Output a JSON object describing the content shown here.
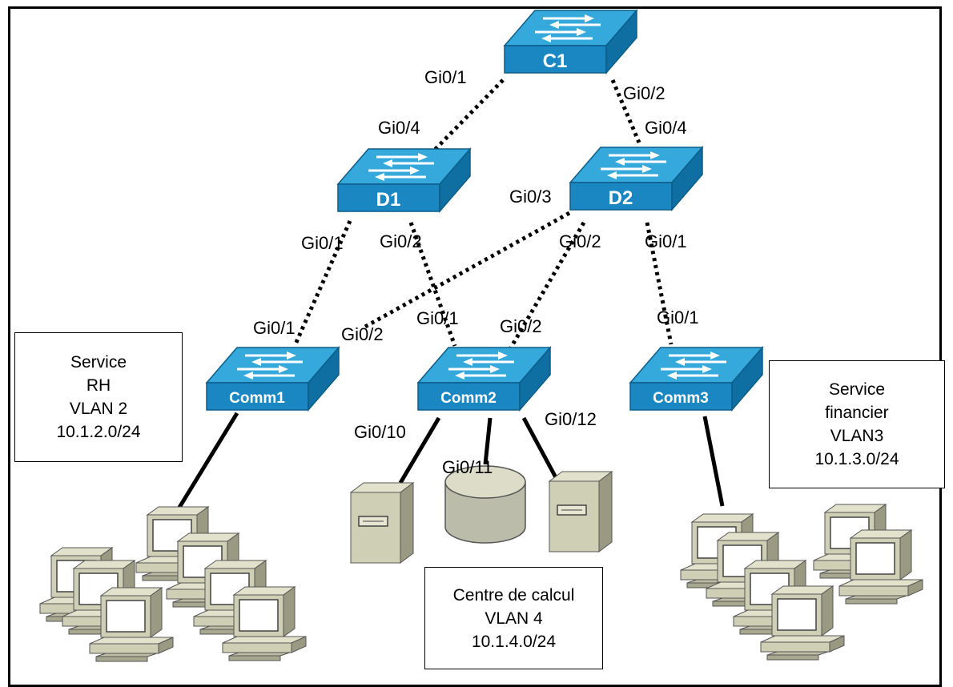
{
  "switches": {
    "c1": "C1",
    "d1": "D1",
    "d2": "D2",
    "comm1": "Comm1",
    "comm2": "Comm2",
    "comm3": "Comm3"
  },
  "ports": {
    "c1_gi01": "Gi0/1",
    "c1_gi02": "Gi0/2",
    "d1_gi04": "Gi0/4",
    "d2_gi04": "Gi0/4",
    "d1_gi01": "Gi0/1",
    "d1_gi02": "Gi0/2",
    "d2_gi03": "Gi0/3",
    "d2_gi02": "Gi0/2",
    "d2_gi01": "Gi0/1",
    "comm1_gi01": "Gi0/1",
    "comm1_gi02": "Gi0/2",
    "comm2_gi01": "Gi0/1",
    "comm2_gi02": "Gi0/2",
    "comm3_gi01": "Gi0/1",
    "comm2_gi010": "Gi0/10",
    "comm2_gi011": "Gi0/11",
    "comm2_gi012": "Gi0/12"
  },
  "boxes": {
    "hr": [
      "Service",
      "RH",
      "VLAN 2",
      "10.1.2.0/24"
    ],
    "finance": [
      "Service",
      "financier",
      "VLAN3",
      "10.1.3.0/24"
    ],
    "datacenter": [
      "Centre de calcul",
      "VLAN 4",
      "10.1.4.0/24"
    ]
  },
  "colors": {
    "switch_top": "#35a8dc",
    "switch_front": "#1a87c2",
    "switch_side": "#0f6fa3",
    "pc_beige": "#cfcfb6",
    "pc_dark": "#9a9a82"
  },
  "icons": {
    "switch": "workgroup-switch-icon",
    "pc": "workstation-icon",
    "server": "server-icon",
    "storage": "disk-storage-icon"
  }
}
